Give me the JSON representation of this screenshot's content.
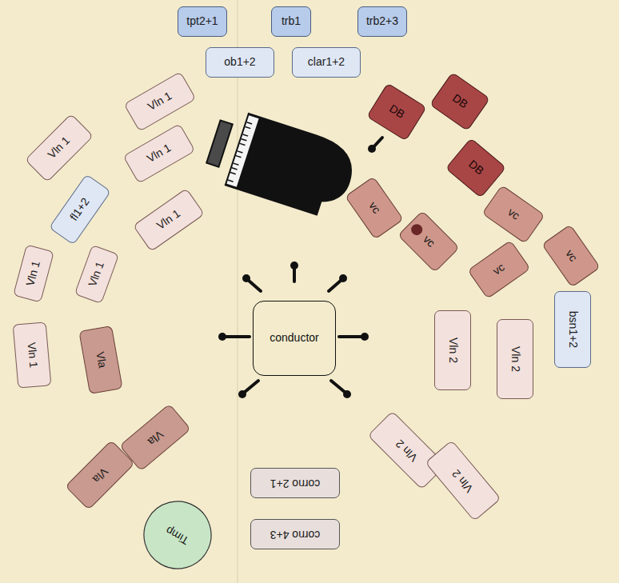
{
  "diagram": {
    "nodes": [
      {
        "text": [
          "tpt2+1"
        ]
      },
      {
        "text": [
          "trb1"
        ]
      },
      {
        "text": [
          "trb2+3"
        ]
      },
      {
        "text": [
          "ob1+2"
        ]
      },
      {
        "text": [
          "clar1+2"
        ]
      },
      {
        "text": [
          "DB"
        ]
      },
      {
        "text": [
          "DB"
        ]
      },
      {
        "text": [
          "Vln 1"
        ]
      },
      {
        "text": [
          "Vln 1"
        ]
      },
      {
        "text": [
          "Vln 1"
        ]
      },
      {
        "text": [
          "fl1+2"
        ]
      },
      {
        "text": [
          "Vln 1"
        ]
      },
      {
        "text": [
          "DB"
        ]
      },
      {
        "text": [
          "vc"
        ]
      },
      {
        "text": [
          "vc"
        ]
      },
      {
        "text": [
          "vc"
        ]
      },
      {
        "text": [
          "vc"
        ]
      },
      {
        "text": [
          "vc"
        ]
      },
      {
        "text": [
          "Vln 1"
        ]
      },
      {
        "text": [
          "Vln 1"
        ]
      },
      {
        "text": [
          "conductor"
        ]
      },
      {
        "text": [
          "Vln 1"
        ]
      },
      {
        "text": [
          "Vla"
        ]
      },
      {
        "text": [
          "bsn1+2"
        ]
      },
      {
        "text": [
          "Vln 2"
        ]
      },
      {
        "text": [
          "Vln 2"
        ]
      },
      {
        "text": [
          "Vla"
        ]
      },
      {
        "text": [
          "Vln 2"
        ]
      },
      {
        "text": [
          "Vla"
        ]
      },
      {
        "text": [
          "Vln 2"
        ]
      },
      {
        "text": [
          "corno 2+1"
        ]
      },
      {
        "text": [
          "Timp"
        ]
      },
      {
        "text": [
          "corno 4+3"
        ]
      }
    ]
  }
}
